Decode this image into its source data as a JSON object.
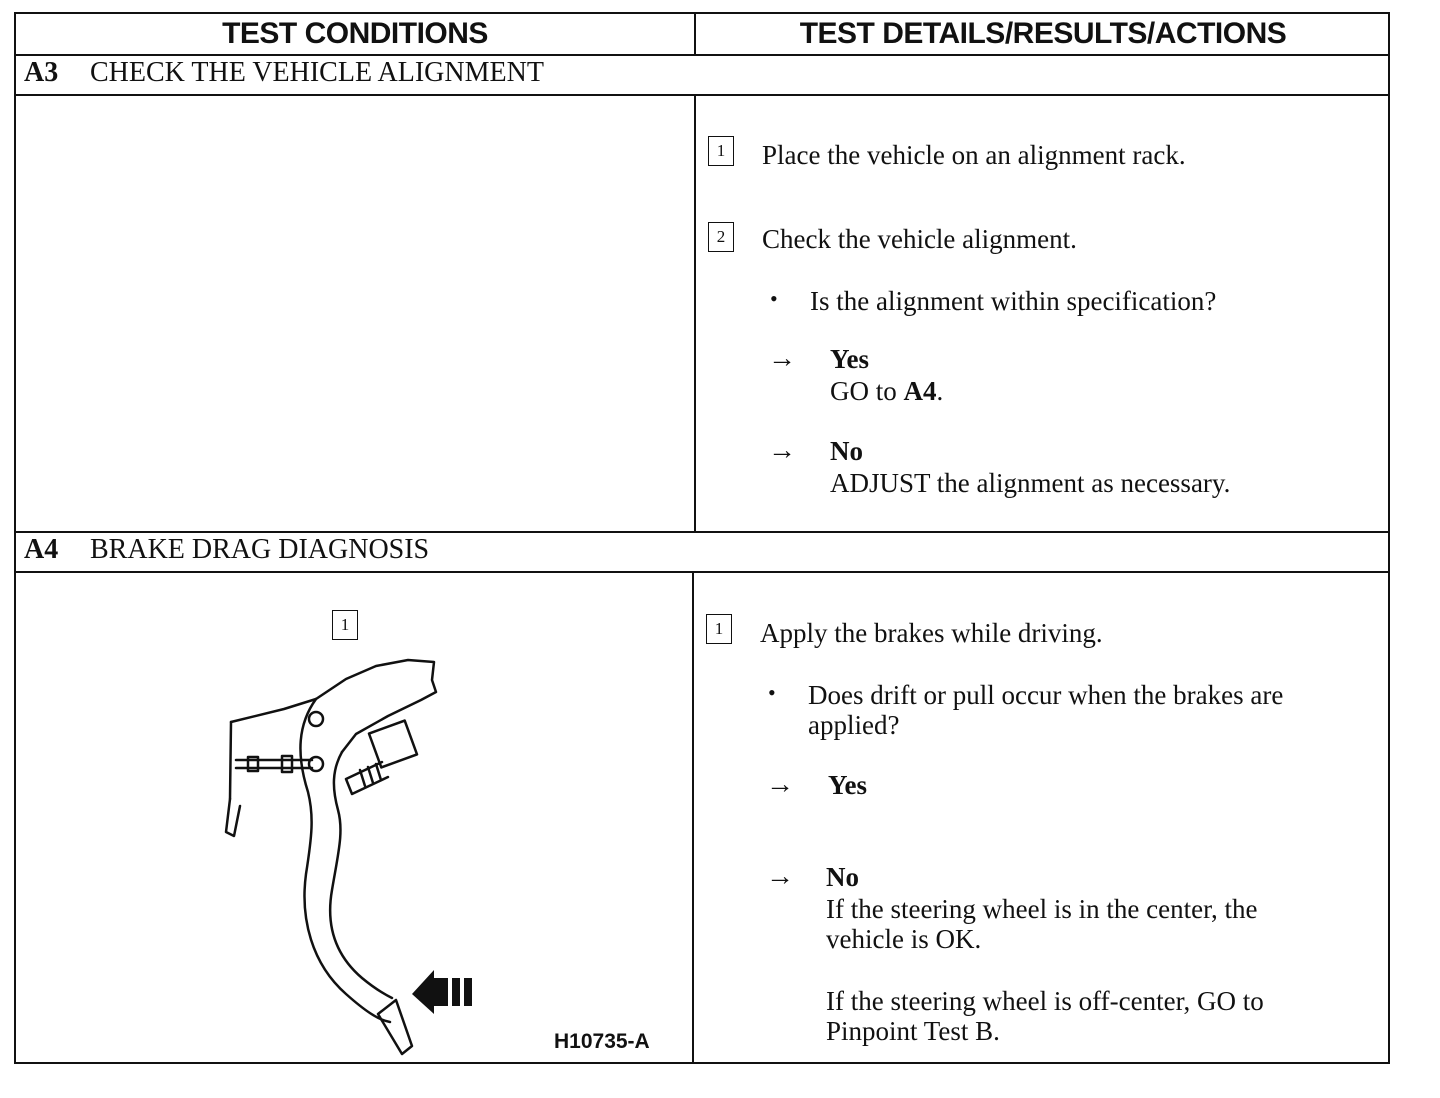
{
  "header": {
    "left": "TEST CONDITIONS",
    "right": "TEST DETAILS/RESULTS/ACTIONS"
  },
  "sections": [
    {
      "code": "A3",
      "title": "CHECK THE VEHICLE ALIGNMENT",
      "steps": [
        {
          "num": "1",
          "text": "Place the vehicle on an alignment rack."
        },
        {
          "num": "2",
          "text": "Check the vehicle alignment.",
          "question": "Is the alignment within specification?",
          "yes_label": "Yes",
          "yes_action": "GO to ",
          "yes_target": "A4",
          "yes_end": ".",
          "no_label": "No",
          "no_action": "ADJUST the alignment as necessary."
        }
      ]
    },
    {
      "code": "A4",
      "title": "BRAKE DRAG DIAGNOSIS",
      "figure_step": "1",
      "figure_id": "H10735-A",
      "steps": [
        {
          "num": "1",
          "text": "Apply the brakes while driving.",
          "question_line1": "Does drift or pull occur when the brakes are",
          "question_line2": "applied?",
          "yes_label": "Yes",
          "no_label": "No",
          "no_action_1a": "If the steering wheel is in the center, the",
          "no_action_1b": "vehicle is OK.",
          "no_action_2a": "If the steering wheel is off-center, GO to",
          "no_action_2b": "Pinpoint Test B."
        }
      ]
    }
  ]
}
